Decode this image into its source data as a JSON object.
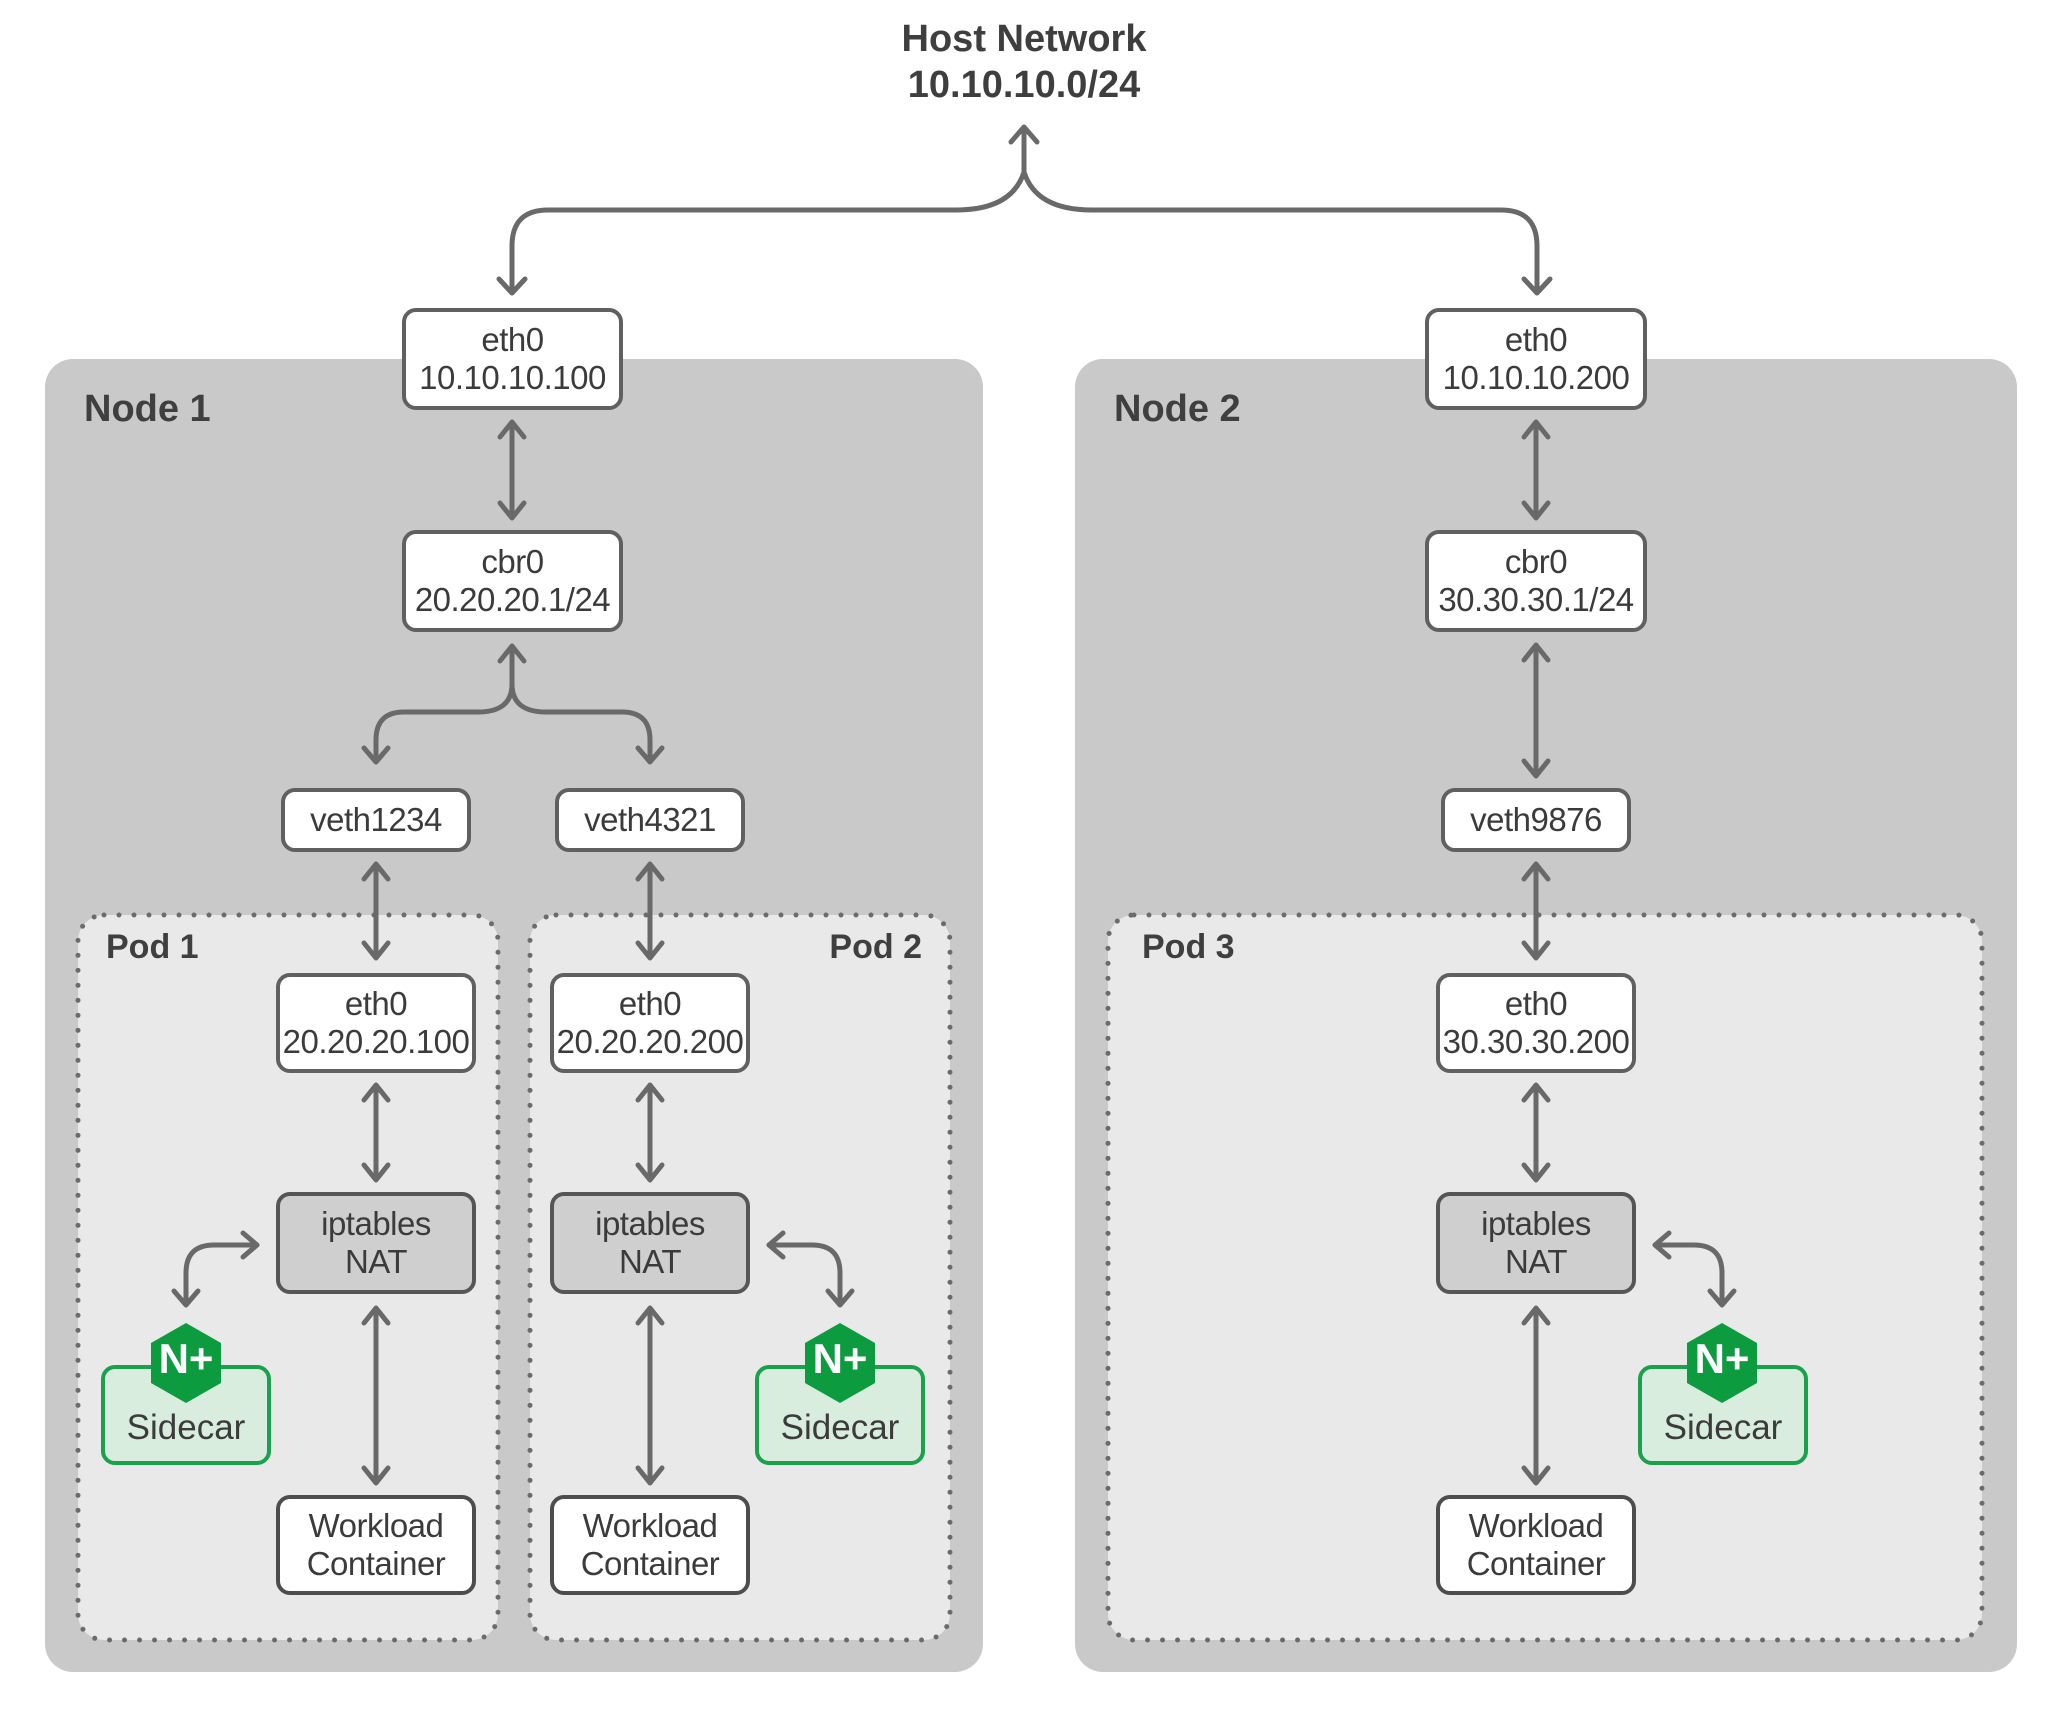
{
  "title": {
    "line1": "Host Network",
    "line2": "10.10.10.0/24"
  },
  "node1": {
    "label": "Node 1",
    "eth0": {
      "line1": "eth0",
      "line2": "10.10.10.100"
    },
    "cbr0": {
      "line1": "cbr0",
      "line2": "20.20.20.1/24"
    },
    "veth1": "veth1234",
    "veth2": "veth4321",
    "pod1": {
      "label": "Pod 1",
      "eth0": {
        "line1": "eth0",
        "line2": "20.20.20.100"
      },
      "nat": {
        "line1": "iptables",
        "line2": "NAT"
      },
      "sidecar_badge": "N+",
      "sidecar_label": "Sidecar",
      "workload": {
        "line1": "Workload",
        "line2": "Container"
      }
    },
    "pod2": {
      "label": "Pod 2",
      "eth0": {
        "line1": "eth0",
        "line2": "20.20.20.200"
      },
      "nat": {
        "line1": "iptables",
        "line2": "NAT"
      },
      "sidecar_badge": "N+",
      "sidecar_label": "Sidecar",
      "workload": {
        "line1": "Workload",
        "line2": "Container"
      }
    }
  },
  "node2": {
    "label": "Node 2",
    "eth0": {
      "line1": "eth0",
      "line2": "10.10.10.200"
    },
    "cbr0": {
      "line1": "cbr0",
      "line2": "30.30.30.1/24"
    },
    "veth": "veth9876",
    "pod3": {
      "label": "Pod 3",
      "eth0": {
        "line1": "eth0",
        "line2": "30.30.30.200"
      },
      "nat": {
        "line1": "iptables",
        "line2": "NAT"
      },
      "sidecar_badge": "N+",
      "sidecar_label": "Sidecar",
      "workload": {
        "line1": "Workload",
        "line2": "Container"
      }
    }
  },
  "colors": {
    "nginx_green": "#0d9b40",
    "sidecar_fill": "#d9edde",
    "sidecar_border": "#1aa14c",
    "node_gray": "#c9c9c9",
    "pod_gray": "#e9e9e9",
    "arrow_gray": "#696969",
    "background": "#ffffff"
  }
}
